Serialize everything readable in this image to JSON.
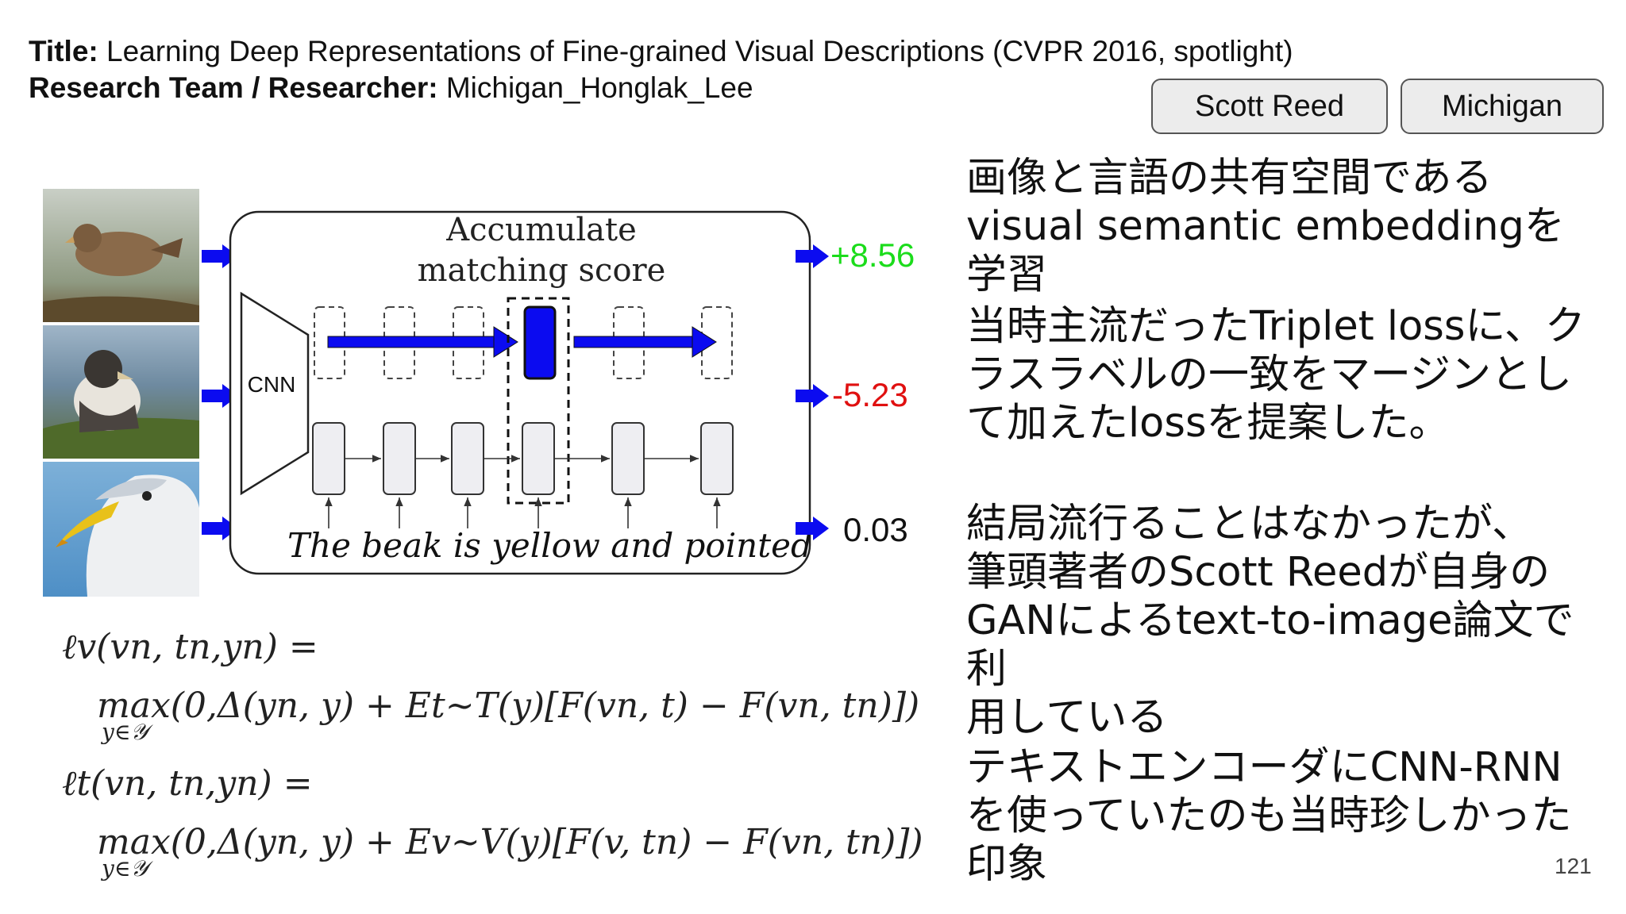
{
  "header": {
    "title_label": "Title:",
    "title_text": " Learning Deep Representations of Fine-grained Visual Descriptions (CVPR 2016, spotlight)",
    "team_label": "Research Team / Researcher:",
    "team_text": " Michigan_Honglak_Lee"
  },
  "tags": [
    "Scott Reed",
    "Michigan"
  ],
  "figure": {
    "box_title_line1": "Accumulate",
    "box_title_line2": "matching score",
    "cnn_label": "CNN",
    "caption": "The beak  is yellow and pointed",
    "scores": [
      {
        "value": "+8.56",
        "color": "#1bdc1b"
      },
      {
        "value": "-5.23",
        "color": "#e01010"
      },
      {
        "value": "0.03",
        "color": "#111111"
      }
    ],
    "accent_color": "#0b0bf0"
  },
  "equations": {
    "l_v_lhs": "ℓv(vn, tn,yn) =",
    "l_v_rhs": "max(0,Δ(yn, y) + Et∼T(y)[F(vn, t) − F(vn, tn)])",
    "l_v_under": "y∈𝒴",
    "l_t_lhs": "ℓt(vn, tn,yn) =",
    "l_t_rhs": "max(0,Δ(yn, y) + Ev∼V(y)[F(v, tn) − F(vn, tn)])",
    "l_t_under": "y∈𝒴"
  },
  "notes": [
    [
      "画像と言語の共有空間である",
      "visual semantic embeddingを学習"
    ],
    [
      "当時主流だったTriplet lossに、ク",
      "ラスラベルの一致をマージンとし",
      "て加えたlossを提案した。"
    ],
    [
      "結局流行ることはなかったが、",
      "筆頭著者のScott Reedが自身の",
      "GANによるtext-to-image論文で利",
      "用している"
    ],
    [
      "テキストエンコーダにCNN-RNN",
      "を使っていたのも当時珍しかった",
      "印象"
    ]
  ],
  "page_number": "121"
}
